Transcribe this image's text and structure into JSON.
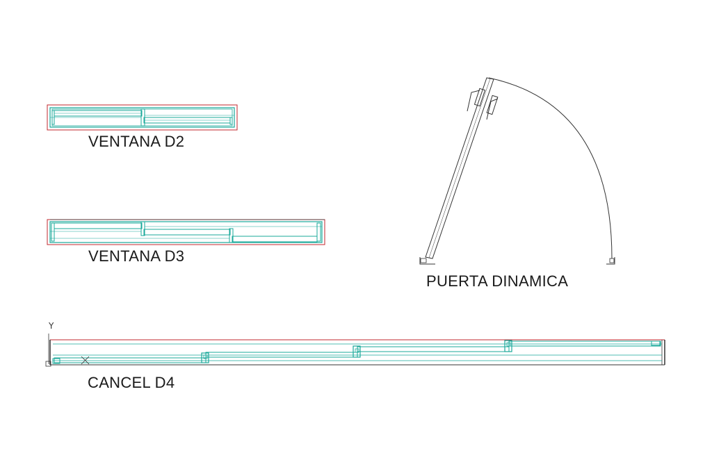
{
  "labels": {
    "ventana_d2": "VENTANA D2",
    "ventana_d3": "VENTANA D3",
    "puerta_dinamica": "PUERTA DINAMICA",
    "cancel_d4": "CANCEL D4"
  },
  "ucs": {
    "y_axis": "Y"
  },
  "colors": {
    "frame_red": "#c0272d",
    "glass_cyan": "#19a89a",
    "line_dark": "#333333",
    "background": "#ffffff"
  }
}
